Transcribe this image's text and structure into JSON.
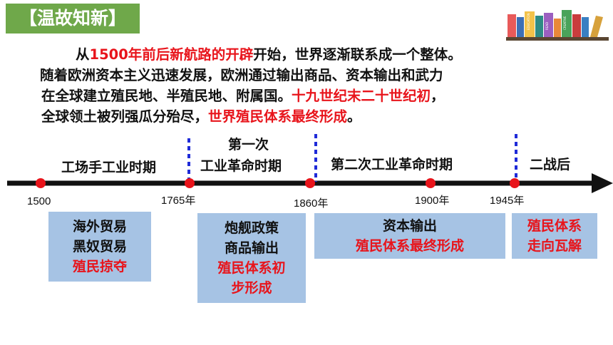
{
  "title": "【温故知新】",
  "book_labels": [
    "EDUCATION",
    "READ",
    "CREATIVE"
  ],
  "intro": {
    "line1": [
      {
        "t": "从",
        "red": false
      },
      {
        "t": "1500年前后新航路的开辟",
        "red": true
      },
      {
        "t": "开始，世界逐渐联系成一个整体。",
        "red": false
      }
    ],
    "line2": [
      {
        "t": "随着欧洲资本主义迅速发展，欧洲通过输出商品、资本输出和武力",
        "red": false
      }
    ],
    "line3": [
      {
        "t": "在全球建立殖民地、半殖民地、附属国。",
        "red": false
      },
      {
        "t": "十九世纪末二十世纪初",
        "red": true
      },
      {
        "t": "，",
        "red": false
      }
    ],
    "line4": [
      {
        "t": "全球领土被列强瓜分殆尽，",
        "red": false
      },
      {
        "t": "世界殖民体系最终形成",
        "red": true
      },
      {
        "t": "。",
        "red": false
      }
    ]
  },
  "periods": {
    "p1": "工场手工业时期",
    "p2a": "第一次",
    "p2b": "工业革命时期",
    "p3": "第二次工业革命时期",
    "p4": "二战后"
  },
  "years": [
    "1500",
    "1765年",
    "1860年",
    "1900年",
    "1945年"
  ],
  "boxes": {
    "b1": [
      "海外贸易",
      "黑奴贸易",
      "殖民掠夺"
    ],
    "b2": [
      "炮舰政策",
      "商品输出",
      "殖民体系初",
      "步形成"
    ],
    "b3": [
      "资本输出",
      "殖民体系最终形成"
    ],
    "b4": [
      "殖民体系",
      "走向瓦解"
    ]
  },
  "colors": {
    "red": "#e8141b",
    "green": "#6fa84a",
    "box": "#a6c3e4",
    "dash": "#1f2bd8"
  }
}
